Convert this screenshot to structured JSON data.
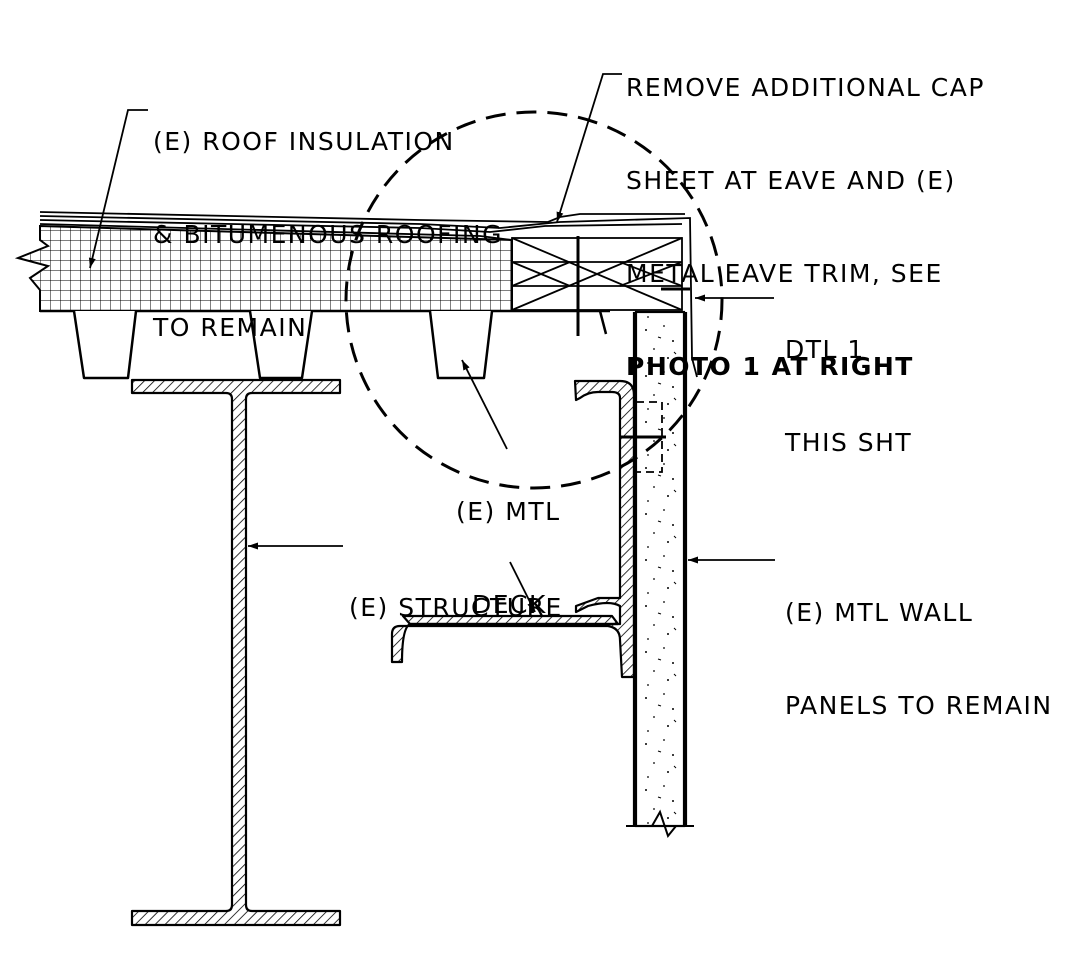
{
  "notes": {
    "remove_cap": {
      "line1": "REMOVE ADDITIONAL CAP",
      "line2": "SHEET AT EAVE AND (E)",
      "line3": "METAL EAVE TRIM, SEE",
      "line4": "PHOTO 1 AT RIGHT"
    },
    "roof_insulation": {
      "line1": "(E) ROOF INSULATION",
      "line2": "& BITUMENOUS ROOFING",
      "line3": "TO REMAIN"
    },
    "detail_ref": {
      "line1": "DTL 1",
      "line2": "THIS SHT"
    },
    "mtl_deck": {
      "line1": "(E) MTL",
      "line2": "DECK"
    },
    "structure": {
      "line1": "(E) STRUCTURE"
    },
    "wall_panels": {
      "line1": "(E) MTL WALL",
      "line2": "PANELS TO REMAIN"
    }
  },
  "colors": {
    "line": "#000000",
    "background": "#ffffff"
  }
}
